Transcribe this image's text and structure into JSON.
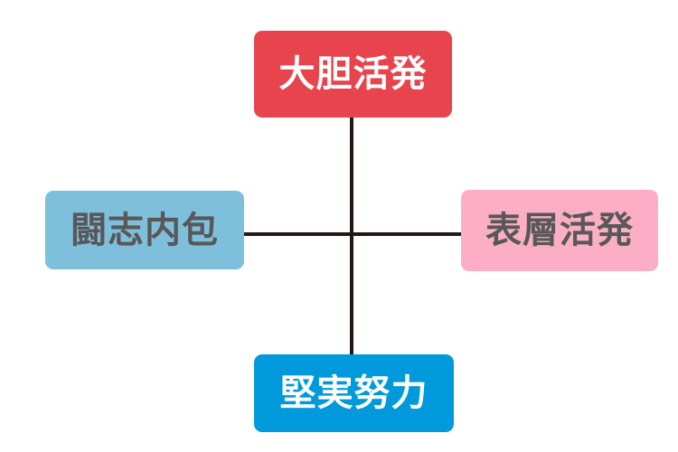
{
  "diagram": {
    "type": "axis-quadrant",
    "background_color": "#ffffff",
    "connector_color": "#231815",
    "nodes": [
      {
        "id": "top",
        "position": "top",
        "label": "大胆活発",
        "fill_color": "#e8444e",
        "text_color": "#ffffff"
      },
      {
        "id": "left",
        "position": "left",
        "label": "闘志内包",
        "fill_color": "#7ec0dc",
        "text_color": "#595757"
      },
      {
        "id": "right",
        "position": "right",
        "label": "表層活発",
        "fill_color": "#fbaec6",
        "text_color": "#595757"
      },
      {
        "id": "bottom",
        "position": "bottom",
        "label": "堅実努力",
        "fill_color": "#0099dc",
        "text_color": "#ffffff"
      }
    ],
    "connectors": [
      {
        "id": "vertical-axis",
        "from": "top",
        "to": "bottom"
      },
      {
        "id": "horizontal-axis",
        "from": "left",
        "to": "right"
      }
    ]
  }
}
